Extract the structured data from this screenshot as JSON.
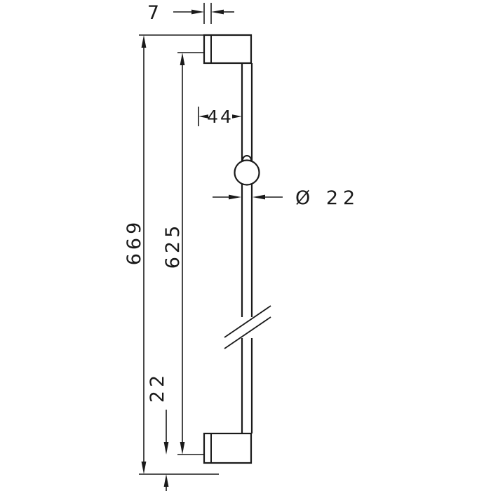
{
  "drawing": {
    "type": "technical-dimension-drawing",
    "subject": "wall-mounted shower rail, side elevation with dimensions",
    "labels": {
      "bracket_depth": "7",
      "slider_offset": "44",
      "diameter": "Ø 22",
      "overall_length": "669",
      "rail_length": "625",
      "bottom_offset": "22"
    },
    "colors": {
      "line": "#1a1a1a",
      "background": "#ffffff"
    }
  }
}
